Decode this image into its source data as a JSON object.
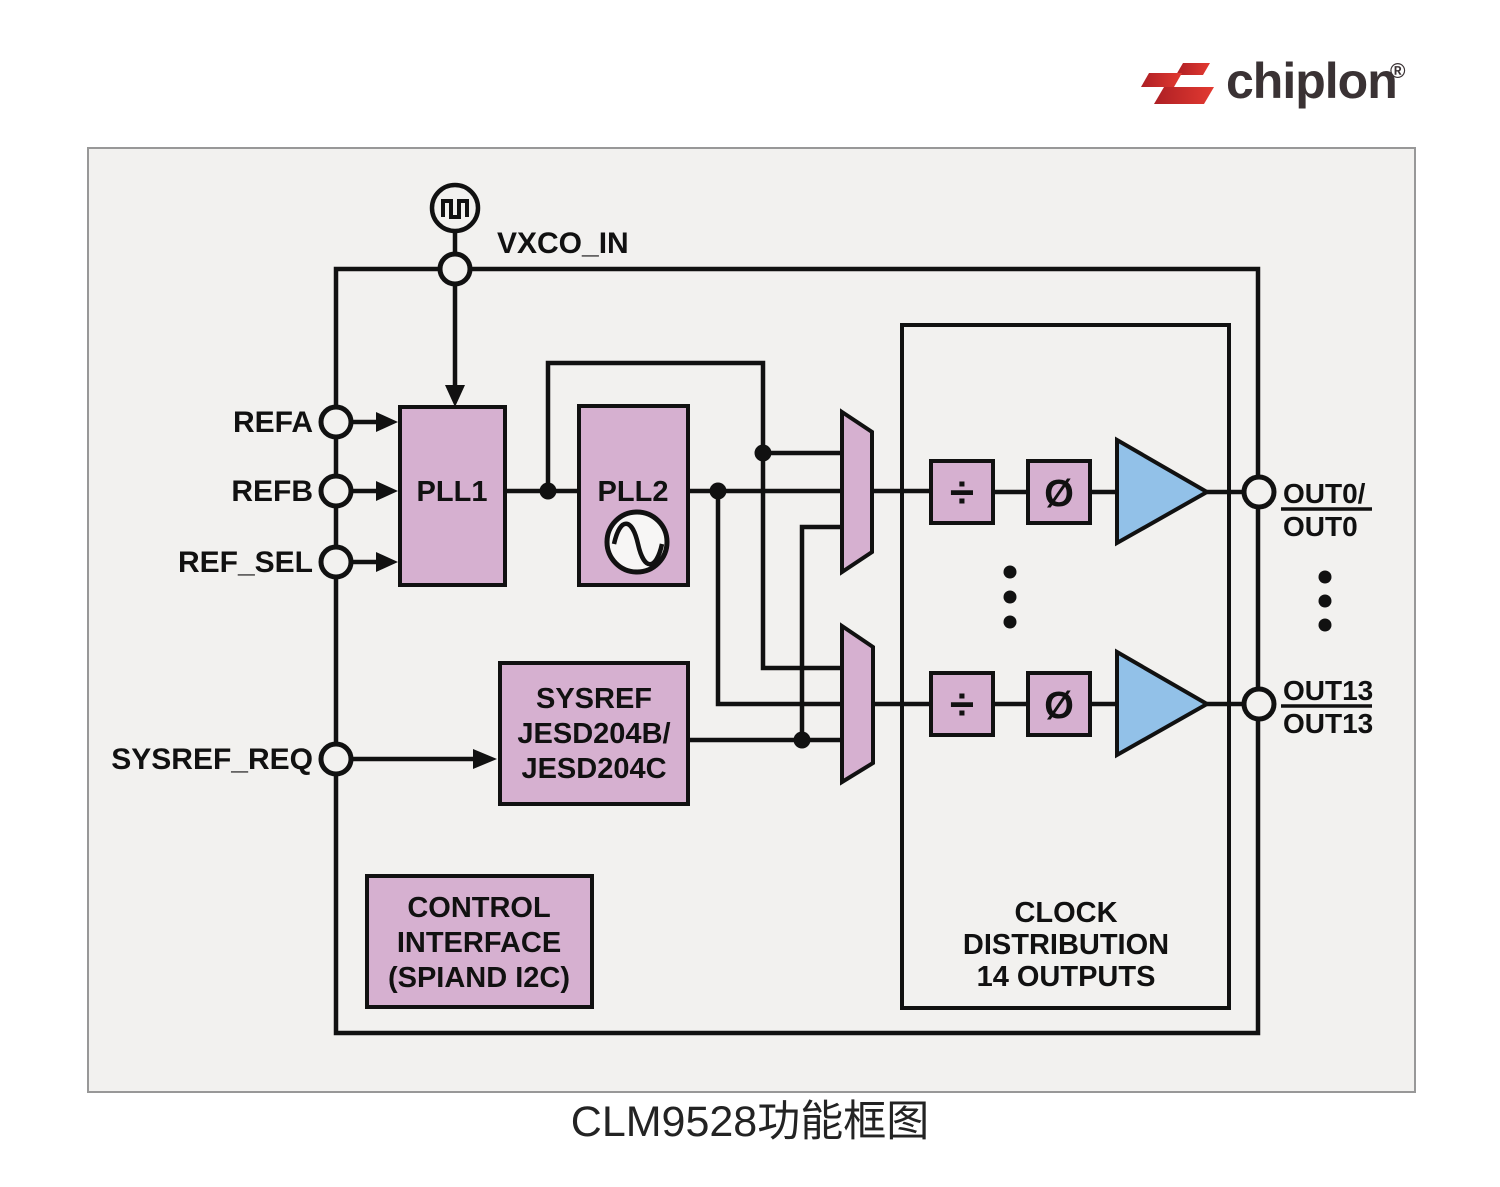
{
  "logo": {
    "icon": "chiplon-logo-icon",
    "brand": "chiplon",
    "registered": "®"
  },
  "ports": {
    "vxco_in": "VXCO_IN",
    "refa": "REFA",
    "refb": "REFB",
    "ref_sel": "REF_SEL",
    "sysref_req": "SYSREF_REQ"
  },
  "blocks": {
    "pll1": "PLL1",
    "pll2": "PLL2",
    "sysref": {
      "l1": "SYSREF",
      "l2": "JESD204B/",
      "l3": "JESD204C"
    },
    "control": {
      "l1": "CONTROL",
      "l2": "INTERFACE",
      "l3": "(SPIAND I2C)"
    },
    "clock_dist": {
      "l1": "CLOCK",
      "l2": "DISTRIBUTION",
      "l3": "14 OUTPUTS"
    }
  },
  "symbols": {
    "divider": "÷",
    "phase": "Ø"
  },
  "outputs": {
    "out0": {
      "top": "OUT0/",
      "bottom": "OUT0"
    },
    "out13": {
      "top": "OUT13",
      "bottom": "OUT13"
    }
  },
  "caption": "CLM9528功能框图",
  "colors": {
    "block_fill": "#D6B0D0",
    "buffer_fill": "#92C1E8",
    "panel_bg": "#F2F1EF",
    "line": "#111111",
    "logo_red_dark": "#AD1F24",
    "logo_red_bright": "#E33A31",
    "logo_text": "#3A3234"
  }
}
